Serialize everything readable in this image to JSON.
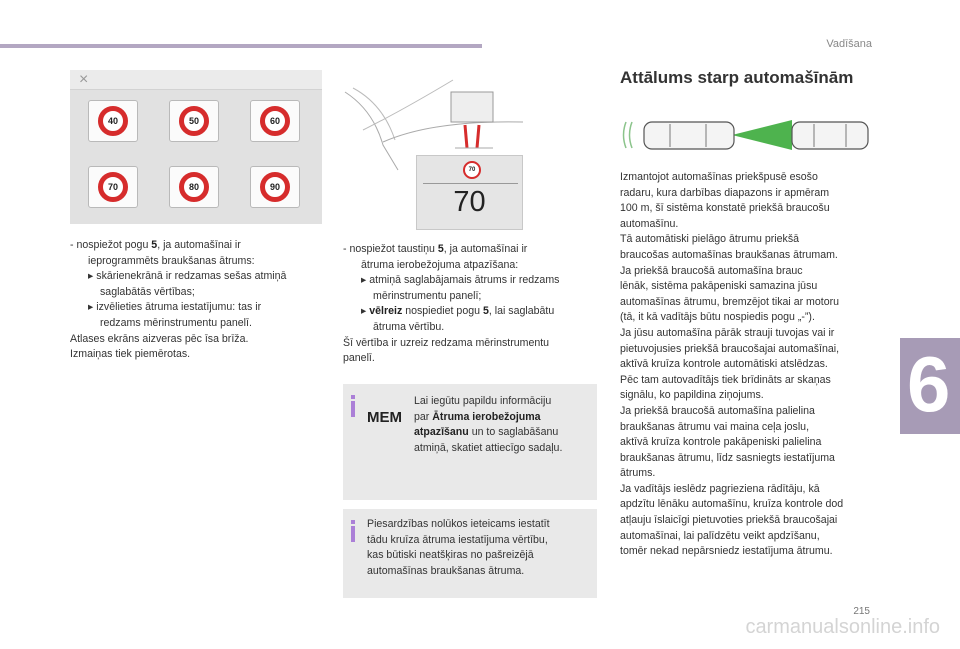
{
  "header": {
    "section": "Vadīšana",
    "chapter": "6",
    "page_number": "215"
  },
  "panel": {
    "close_symbol": "×",
    "speeds": [
      "40",
      "50",
      "60",
      "70",
      "80",
      "90"
    ]
  },
  "cluster": {
    "sign_value": "70",
    "speed_value": "70"
  },
  "left_column": {
    "l1a": "- nospiežot pogu ",
    "l1b": "5",
    "l1c": ", ja automašīnai ir",
    "l2": "ieprogrammēts braukšanas ātrums:",
    "l3": "skārienekrānā ir redzamas sešas atmiņā",
    "l4": "saglabātās vērtības;",
    "l5": "izvēlieties ātruma iestatījumu: tas ir",
    "l6": "redzams mērinstrumentu panelī.",
    "l7": "Atlases ekrāns aizveras pēc īsa brīža.",
    "l8": "Izmaiņas tiek piemērotas."
  },
  "middle_column": {
    "l1a": "- nospiežot taustiņu ",
    "l1b": "5",
    "l1c": ", ja automašīnai ir",
    "l2": "ātruma ierobežojuma atpazīšana:",
    "l3": "atmiņā saglabājamais ātrums ir redzams",
    "l4": "mērinstrumentu panelī;",
    "l5a": "vēlreiz",
    "l5b": " nospiediet pogu ",
    "l5c": "5",
    "l5d": ", lai saglabātu",
    "l6": "ātruma vērtību.",
    "l7": "Šī vērtība ir uzreiz redzama mērinstrumentu",
    "l8": "panelī."
  },
  "info_box_1": {
    "mem_label": "MEM",
    "l1": "Lai iegūtu papildu informāciju",
    "l2a": "par ",
    "l2b": "Ātruma ierobežojuma",
    "l3a": "atpazīšanu",
    "l3b": " un to saglabāšanu",
    "l4": "atmiņā, skatiet attiecīgo sadaļu."
  },
  "info_box_2": {
    "lines": [
      "Piesardzības nolūkos ieteicams iestatīt",
      "tādu kruīza ātruma iestatījuma vērtību,",
      "kas būtiski neatšķiras no pašreizējā",
      "automašīnas braukšanas ātruma."
    ]
  },
  "right_column": {
    "title": "Attālums starp automašīnām",
    "lines": [
      "Izmantojot automašīnas priekšpusē esošo",
      "radaru, kura darbības diapazons ir apmēram",
      "100 m, šī sistēma konstatē priekšā braucošu",
      "automašīnu.",
      "Tā automātiski pielāgo ātrumu priekšā",
      "braucošas automašīnas braukšanas ātrumam.",
      "Ja priekšā braucošā automašīna brauc",
      "lēnāk, sistēma pakāpeniski samazina jūsu",
      "automašīnas ātrumu, bremzējot tikai ar motoru",
      "(tā, it kā vadītājs būtu nospiedis pogu „-”).",
      "Ja jūsu automašīna pārāk strauji tuvojas vai ir",
      "pietuvojusies priekšā braucošajai automašīnai,",
      "aktīvā kruīza kontrole automātiski atslēdzas.",
      "Pēc tam autovadītājs tiek brīdināts ar skaņas",
      "signālu, ko papildina ziņojums.",
      "Ja priekšā braucošā automašīna palielina",
      "braukšanas ātrumu vai maina ceļa joslu,",
      "aktīvā kruīza kontrole pakāpeniski palielina",
      "braukšanas ātrumu, līdz sasniegts iestatījuma",
      "ātrums.",
      "Ja vadītājs ieslēdz pagrieziena rādītāju, kā",
      "apdzītu lēnāku automašīnu, kruīza kontrole dod",
      "atļauju īslaicīgi pietuvoties priekšā braucošajai",
      "automašīnai, lai palīdzētu veikt apdzīšanu,",
      "tomēr nekad nepārsniedz iestatījuma ātrumu."
    ]
  },
  "watermark": "carmanualsonline.info",
  "colors": {
    "accent": "#a79bb6",
    "info_mark": "#ab7fd7",
    "sign_red": "#d62c2c",
    "radar_green": "#22a022"
  }
}
